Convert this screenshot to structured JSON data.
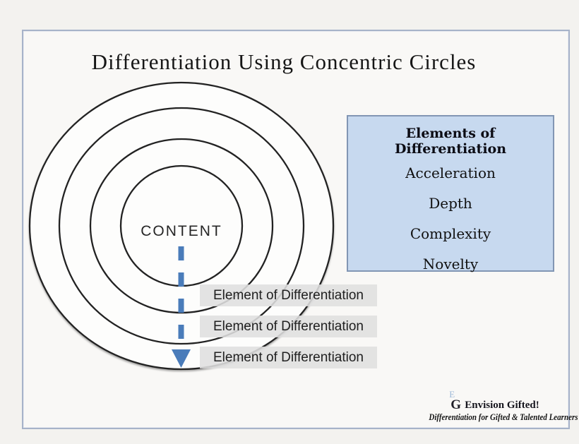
{
  "slide": {
    "title": "Differentiation Using Concentric Circles",
    "diagram": {
      "center_label": "CONTENT",
      "element_labels": [
        "Element of Differentiation",
        "Element of Differentiation",
        "Element of Differentiation"
      ]
    },
    "elements_box": {
      "title": "Elements of Differentiation",
      "items": [
        "Acceleration",
        "Depth",
        "Complexity",
        "Novelty"
      ]
    },
    "footer_logo": {
      "monogram_top": "E",
      "monogram_bottom": "G",
      "name": "Envision Gifted!",
      "tagline": "Differentiation for Gifted & Talented Learners"
    },
    "colors": {
      "page_background": "#f3f2ef",
      "slide_border": "#a7b3c9",
      "circle_stroke": "#232323",
      "arrow_blue": "#4a7cba",
      "element_label_background": "#dfdfdf",
      "elements_box_fill": "#c7d9ef",
      "elements_box_border": "#8296b4",
      "monogram_e_color": "#9db9d8"
    }
  }
}
